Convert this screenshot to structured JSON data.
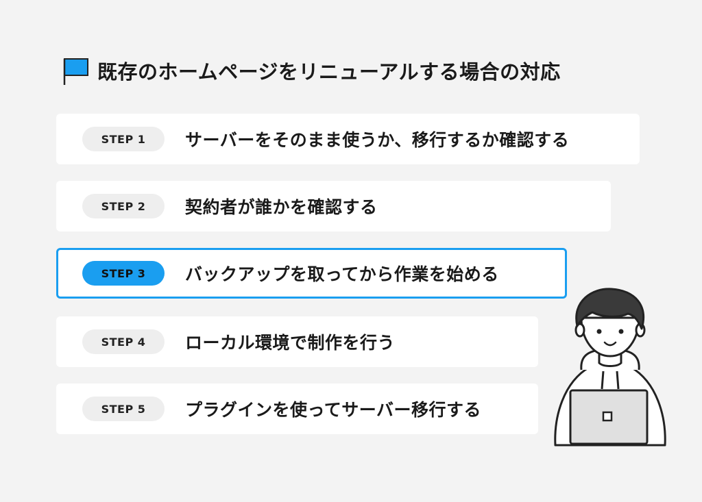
{
  "title": "既存のホームページをリニューアルする場合の対応",
  "accent_color": "#1a9ef0",
  "steps": [
    {
      "label": "STEP 1",
      "text": "サーバーをそのまま使うか、移行するか確認する",
      "active": false
    },
    {
      "label": "STEP 2",
      "text": "契約者が誰かを確認する",
      "active": false
    },
    {
      "label": "STEP 3",
      "text": "バックアップを取ってから作業を始める",
      "active": true
    },
    {
      "label": "STEP 4",
      "text": "ローカル環境で制作を行う",
      "active": false
    },
    {
      "label": "STEP 5",
      "text": "プラグインを使ってサーバー移行する",
      "active": false
    }
  ],
  "icons": [
    "flag-icon",
    "person-with-laptop-illustration"
  ]
}
